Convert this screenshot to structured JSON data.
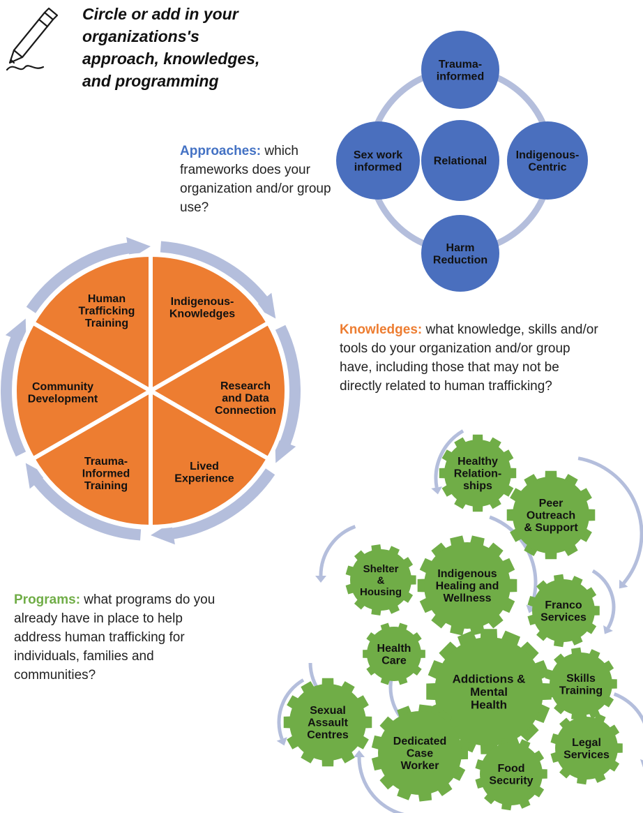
{
  "title": "Circle or add in your organizations's approach, knowledges, and programming",
  "colors": {
    "approach": "#4472C4",
    "knowledge": "#ED7D31",
    "program": "#70AD47",
    "circle_fill": "#4A6FBE",
    "arrow": "#B4BEDC",
    "wedge": "#ED7D31",
    "gear": "#70AD47"
  },
  "approaches_prompt": {
    "keyword": "Approaches:",
    "text": " which frameworks does your organization and/or group use?"
  },
  "knowledges_prompt": {
    "keyword": "Knowledges:",
    "text": " what knowledge, skills and/or tools do your organization and/or group have, including those that may not be directly related to human trafficking?"
  },
  "programs_prompt": {
    "keyword": "Programs:",
    "text": " what programs do you already have in place to help address human trafficking for individuals, families and communities?"
  },
  "approaches": {
    "top": [
      "Trauma-",
      "informed"
    ],
    "left": [
      "Sex work",
      "informed"
    ],
    "center": [
      "Relational"
    ],
    "right": [
      "Indigenous-",
      "Centric"
    ],
    "bottom": [
      "Harm",
      "Reduction"
    ]
  },
  "knowledges": {
    "w1": [
      "Indigenous-",
      "Knowledges"
    ],
    "w2": [
      "Research",
      "and Data",
      "Connection"
    ],
    "w3": [
      "Lived",
      "Experience"
    ],
    "w4": [
      "Trauma-",
      "Informed",
      "Training"
    ],
    "w5": [
      "Community",
      "Development"
    ],
    "w6": [
      "Human",
      "Trafficking",
      "Training"
    ]
  },
  "programs": {
    "g01": [
      "Healthy",
      "Relation-",
      "ships"
    ],
    "g02": [
      "Peer",
      "Outreach",
      "& Support"
    ],
    "g03": [
      "Shelter",
      "&",
      "Housing"
    ],
    "g04": [
      "Indigenous",
      "Healing and",
      "Wellness"
    ],
    "g05": [
      "Franco",
      "Services"
    ],
    "g06": [
      "Health",
      "Care"
    ],
    "g07": [
      "Addictions &",
      "Mental",
      "Health"
    ],
    "g08": [
      "Skills",
      "Training"
    ],
    "g09": [
      "Sexual",
      "Assault",
      "Centres"
    ],
    "g10": [
      "Dedicated",
      "Case",
      "Worker"
    ],
    "g11": [
      "Food",
      "Security"
    ],
    "g12": [
      "Legal",
      "Services"
    ]
  }
}
